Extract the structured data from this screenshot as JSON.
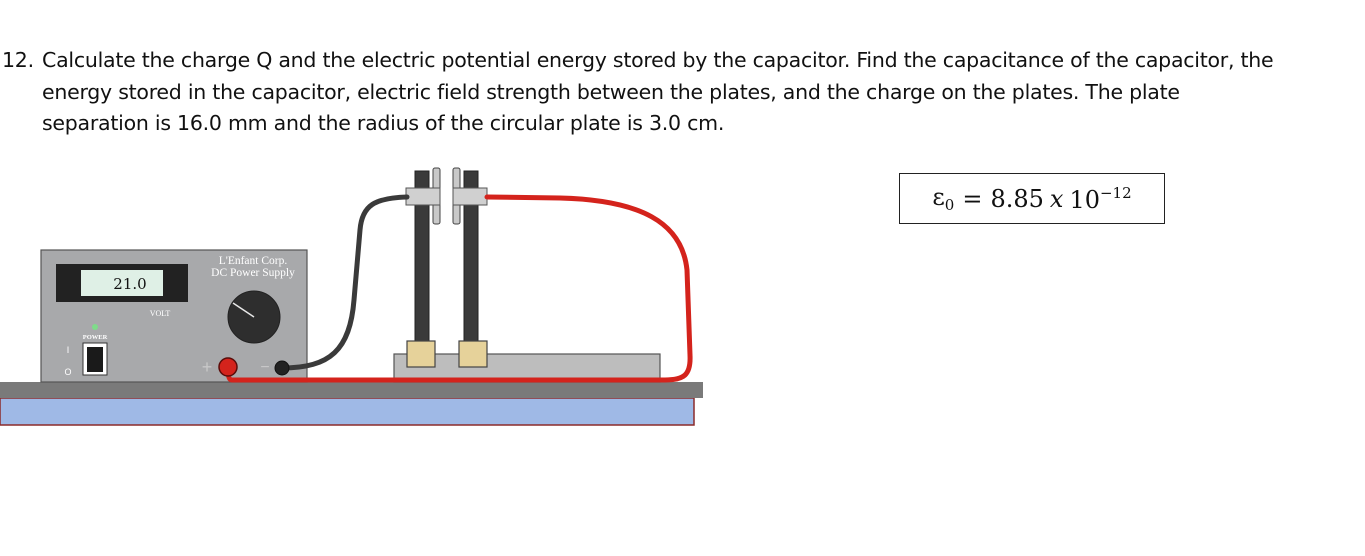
{
  "problem": {
    "number": "12.",
    "lines": [
      "Calculate the charge Q and the electric potential energy stored by the capacitor. Find the capacitance of the capacitor, the",
      "energy stored in the capacitor, electric field strength between the plates, and the charge on the plates.  The plate",
      "separation is 16.0 mm and the radius of the circular plate is 3.0 cm."
    ]
  },
  "constant": {
    "symbol": "ε",
    "subscript": "0",
    "equals": "=",
    "mantissa": "8.85",
    "times": "x",
    "base": "10",
    "exponent": "−12"
  },
  "power_supply": {
    "brand": "L'Enfant Corp.",
    "model": "DC Power Supply",
    "display_value": "21.0",
    "knob_label": "VOLT",
    "power_label": "POWER",
    "switch_on_label": "I",
    "switch_off_label": "O",
    "plus_label": "+",
    "minus_label": "−"
  },
  "colors": {
    "red_wire": "#d4231c",
    "black_wire": "#3a3a3a",
    "supply_body": "#a8a9ab",
    "table_top": "#7a7a7a",
    "table_front": "#9fb9e6",
    "clamp": "#e6d29a",
    "display_bg": "#dff0e6",
    "power_led": "#7fdc8a"
  }
}
